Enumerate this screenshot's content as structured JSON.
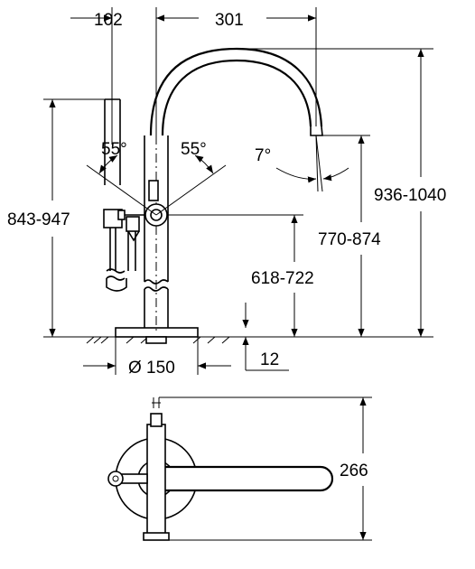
{
  "side_view": {
    "dim_top_left": "102",
    "dim_top_right": "301",
    "angle_left": "55°",
    "angle_right": "55°",
    "angle_spout": "7°",
    "height_handshower": "843-947",
    "height_total": "936-1040",
    "height_spout": "770-874",
    "height_handle": "618-722",
    "base_diameter": "Ø 150",
    "floor_thickness": "12"
  },
  "top_view": {
    "depth": "266"
  }
}
